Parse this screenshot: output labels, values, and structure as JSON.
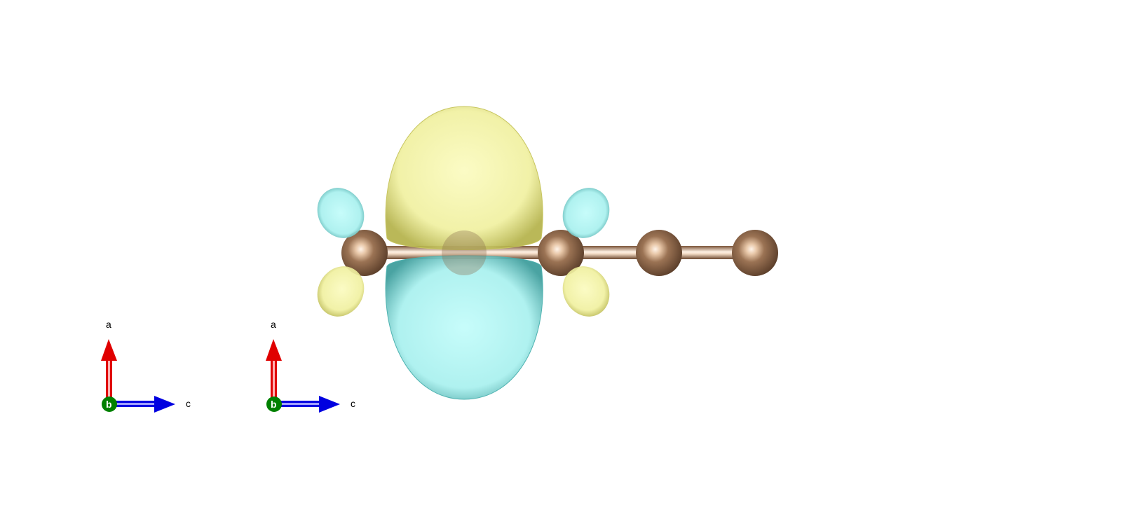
{
  "colors": {
    "background": "#ffffff",
    "atom": "#8a6344",
    "atom_highlight": "#fff2e6",
    "bond": "#9a6c4c",
    "positive_lobe": "#f3f3a8",
    "positive_lobe_edge": "#b9b84a",
    "negative_lobe": "#b5f5f3",
    "negative_lobe_edge": "#3e9f9e",
    "axis_a": "#e00000",
    "axis_b": "#008000",
    "axis_c": "#0000e0"
  },
  "axes_triads": [
    {
      "a_label": "a",
      "b_label": "b",
      "c_label": "c"
    },
    {
      "a_label": "a",
      "b_label": "b",
      "c_label": "c"
    }
  ],
  "molecule": {
    "atom_count": 5,
    "element_color_name": "carbon-brown",
    "orbital_lobes": [
      {
        "phase": "positive",
        "icon": "large-yellow-lobe"
      },
      {
        "phase": "negative",
        "icon": "large-cyan-lobe"
      },
      {
        "phase": "negative",
        "icon": "small-cyan-lobe"
      },
      {
        "phase": "positive",
        "icon": "small-yellow-lobe"
      },
      {
        "phase": "negative",
        "icon": "small-cyan-lobe"
      },
      {
        "phase": "positive",
        "icon": "small-yellow-lobe"
      }
    ]
  }
}
